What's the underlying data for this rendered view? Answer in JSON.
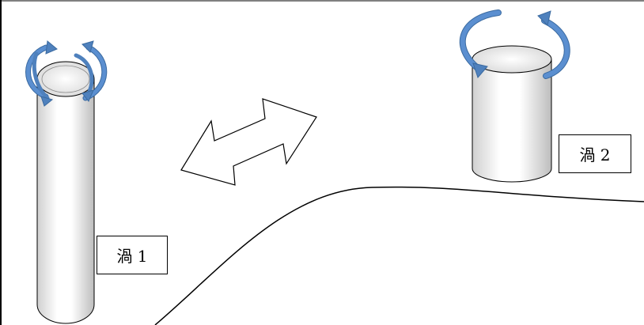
{
  "labels": {
    "vortex_1": "渦 1",
    "vortex_2": "渦 2"
  },
  "colors": {
    "rotation_arrow": "#4f81bd",
    "rotation_arrow_stroke": "#3a6aa0",
    "outline": "#000000",
    "tube_shade": "#d9d9d9"
  },
  "icons": {
    "rotation": "curved-rotation-arrow",
    "exchange": "double-headed-arrow"
  }
}
